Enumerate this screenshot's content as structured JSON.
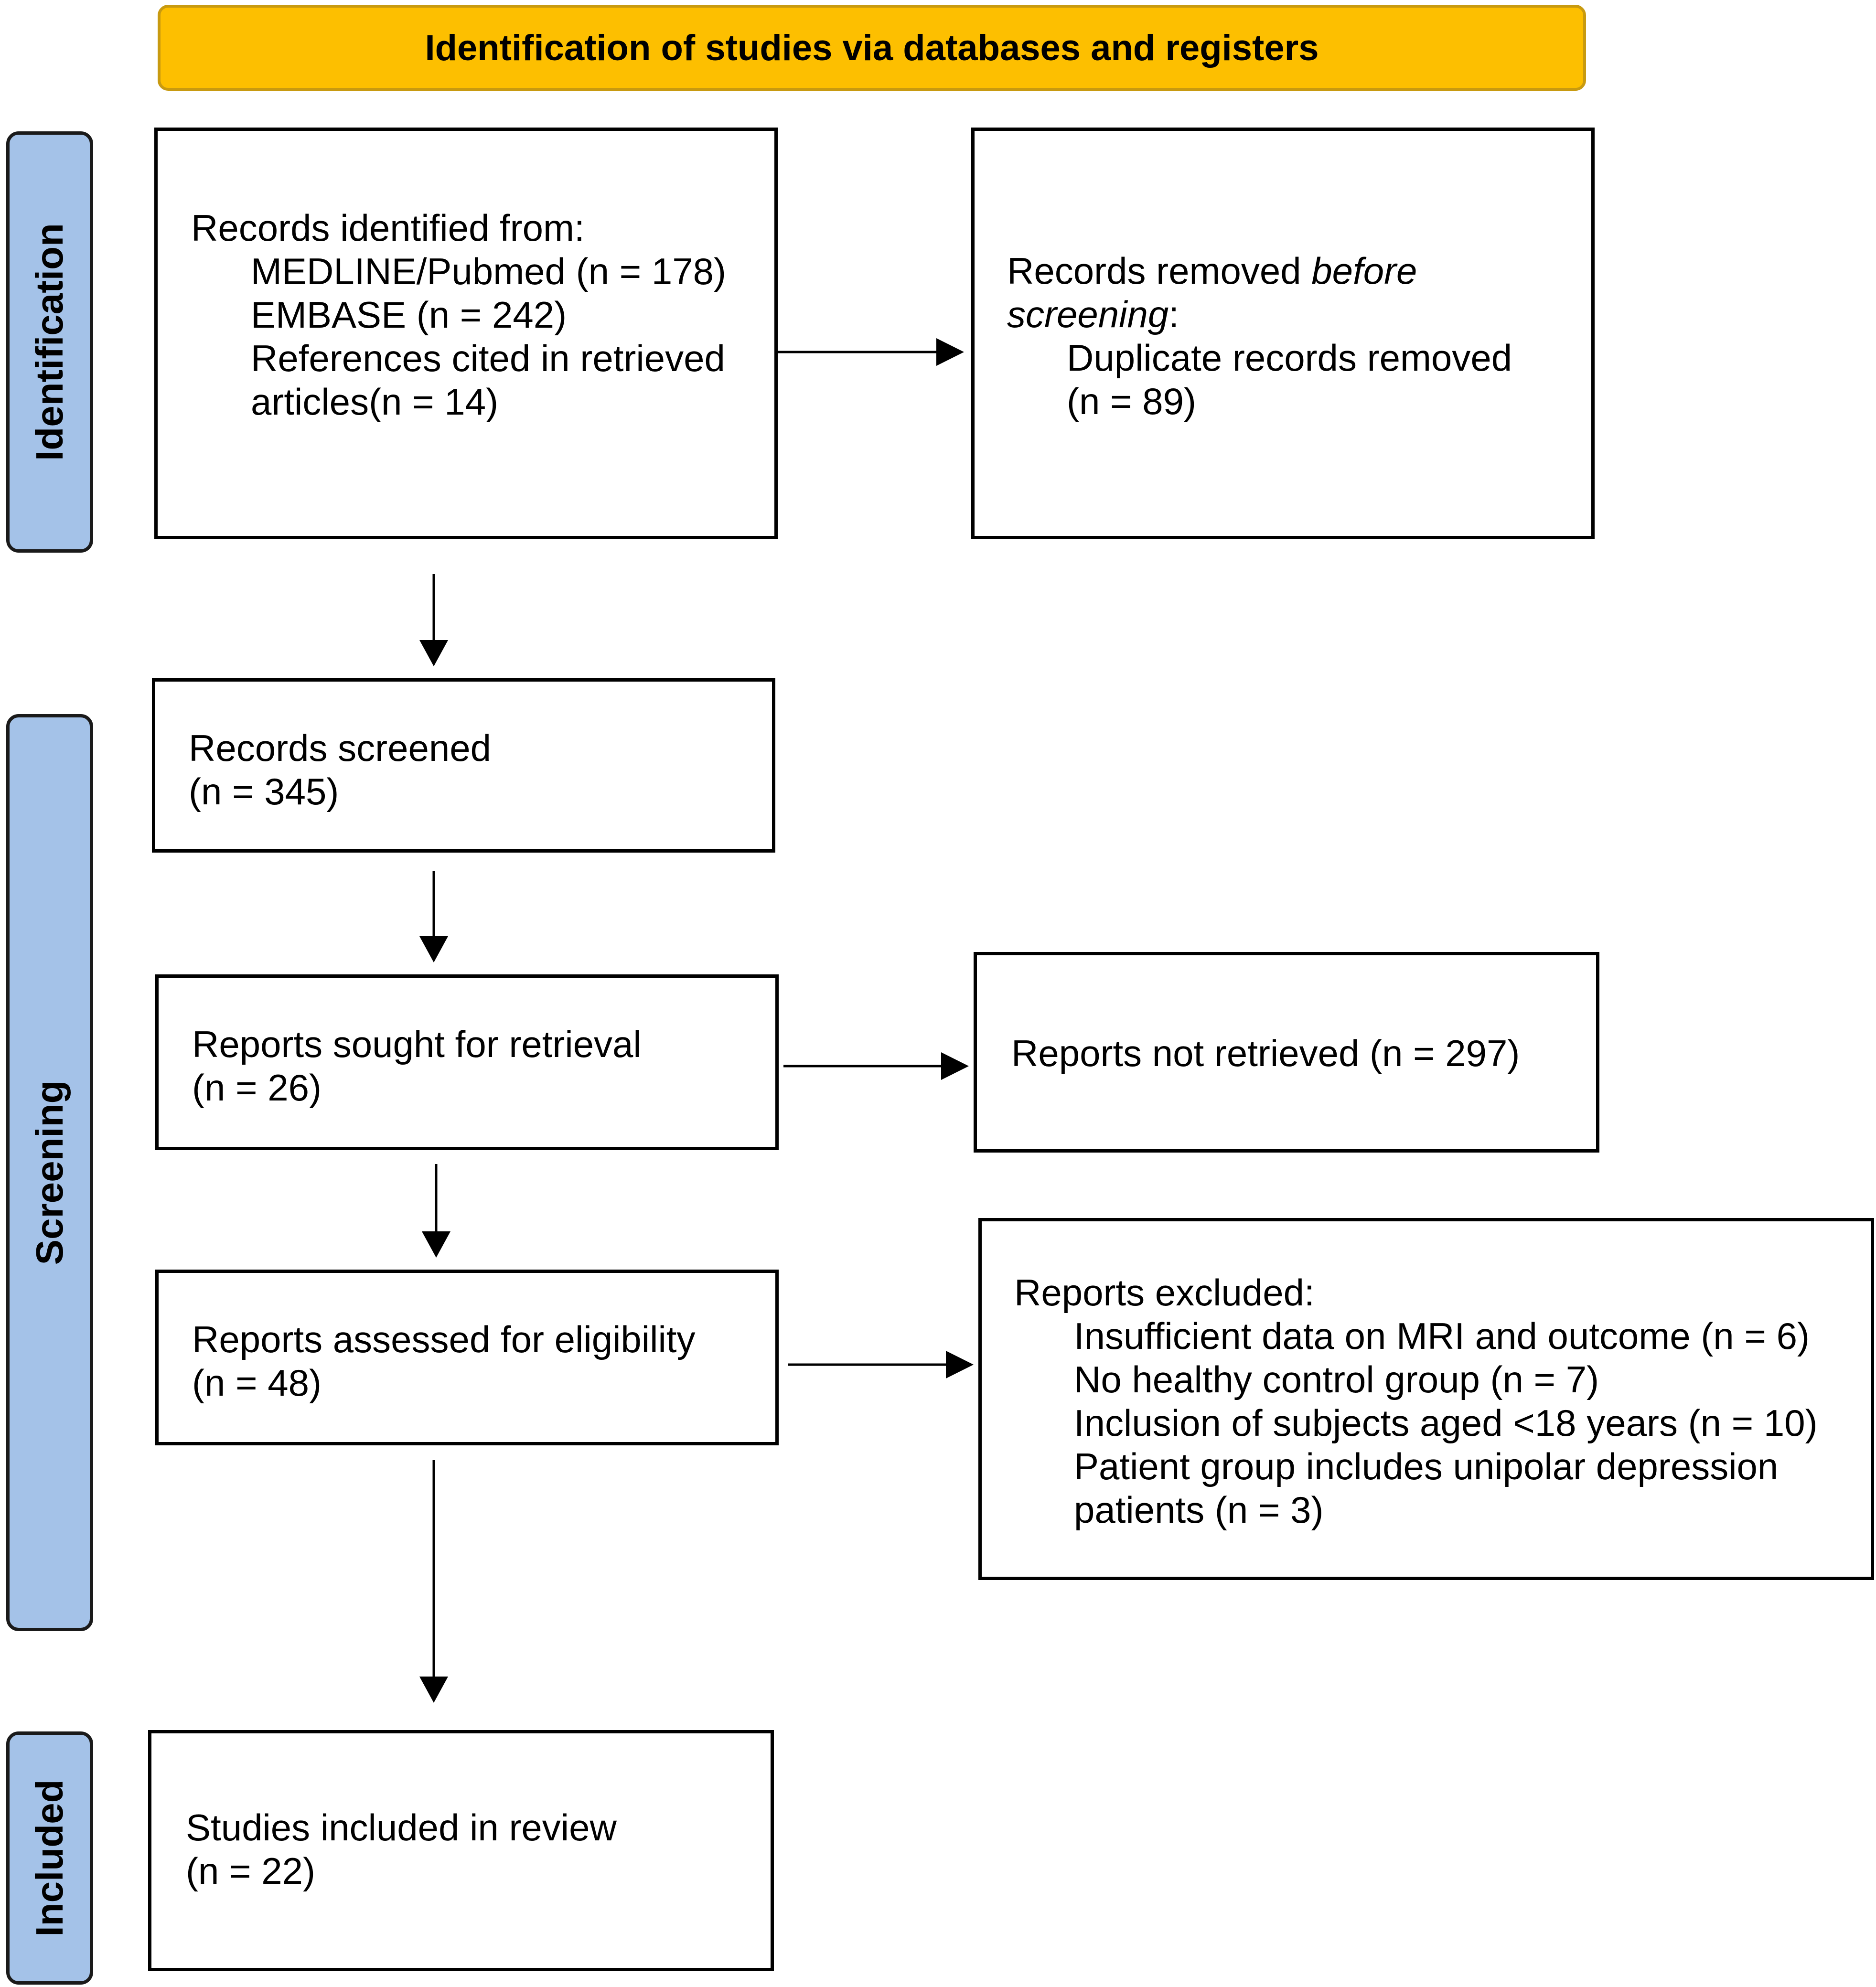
{
  "header": {
    "title": "Identification of studies via databases and registers"
  },
  "phases": {
    "identification": "Identification",
    "screening": "Screening",
    "included": "Included"
  },
  "records_identified": {
    "heading": "Records identified from:",
    "lines": [
      "MEDLINE/Pubmed (n = 178)",
      "EMBASE (n = 242)",
      "References cited in retrieved",
      "articles(n = 14)"
    ]
  },
  "records_removed": {
    "heading_prefix": "Records removed ",
    "heading_italic_1": "before",
    "heading_italic_2": "screening",
    "heading_suffix": ":",
    "lines": [
      "Duplicate records removed",
      "(n = 89)"
    ]
  },
  "records_screened": {
    "label": "Records screened",
    "count": "(n = 345)"
  },
  "reports_sought": {
    "label": "Reports sought for retrieval",
    "count": "(n = 26)"
  },
  "reports_not_retrieved": {
    "label": "Reports not retrieved (n = 297)"
  },
  "reports_assessed": {
    "label": "Reports assessed for eligibility",
    "count": "(n = 48)"
  },
  "reports_excluded": {
    "heading": "Reports excluded:",
    "lines": [
      "Insufficient data on MRI and outcome (n = 6)",
      "No healthy control group (n = 7)",
      "Inclusion of subjects aged <18 years (n = 10)",
      "Patient group includes unipolar depression",
      "patients (n = 3)"
    ]
  },
  "studies_included": {
    "label": "Studies included in review",
    "count": "(n = 22)"
  },
  "colors": {
    "header_fill": "#fdbf00",
    "phase_fill": "#a4c2e8",
    "border": "#000000"
  }
}
